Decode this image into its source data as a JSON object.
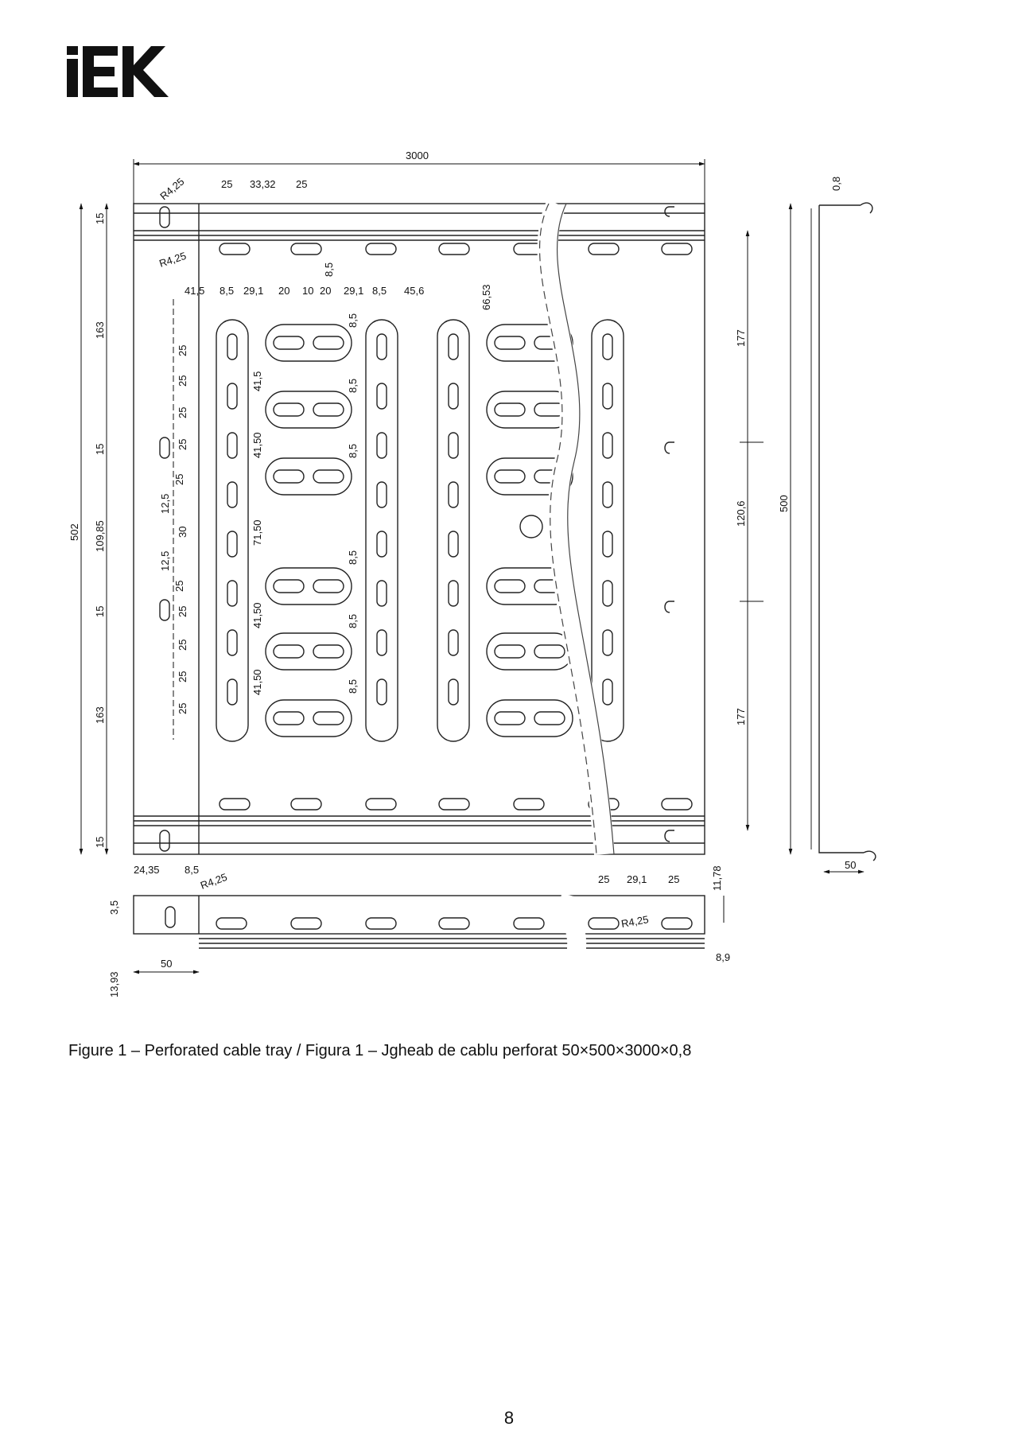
{
  "logo": {
    "text": "IEK"
  },
  "caption": "Figure 1 – Perforated cable tray / Figura 1 – Jgheab de cablu perforat 50×500×3000×0,8",
  "page_number": "8",
  "dims": {
    "overall_length": "3000",
    "radius": "R4,25",
    "top_25a": "25",
    "top_33": "33,32",
    "top_25b": "25",
    "top_85": "8,5",
    "hp_415": "41,5",
    "hp_85a": "8,5",
    "hp_291a": "29,1",
    "hp_20a": "20",
    "hp_10": "10",
    "hp_20b": "20",
    "hp_291b": "29,1",
    "hp_85b": "8,5",
    "hp_456": "45,6",
    "hp_6653": "66,53",
    "v_8_5": "8,5",
    "v_415": "41,5",
    "v_4150": "41,50",
    "v_7150": "71,50",
    "v_25": "25",
    "v_125": "12,5",
    "v_30": "30",
    "left_15": "15",
    "left_163": "163",
    "left_10985": "109,85",
    "left_502": "502",
    "right_177": "177",
    "right_1206": "120,6",
    "right_500": "500",
    "profile_08": "0,8",
    "profile_50": "50",
    "bot_2435": "24,35",
    "bot_85": "8,5",
    "bot_35": "3,5",
    "bot_1393": "13,93",
    "bot_50": "50",
    "bot_25a": "25",
    "bot_291": "29,1",
    "bot_25b": "25",
    "bot_1178": "11,78",
    "bot_89": "8,9"
  }
}
